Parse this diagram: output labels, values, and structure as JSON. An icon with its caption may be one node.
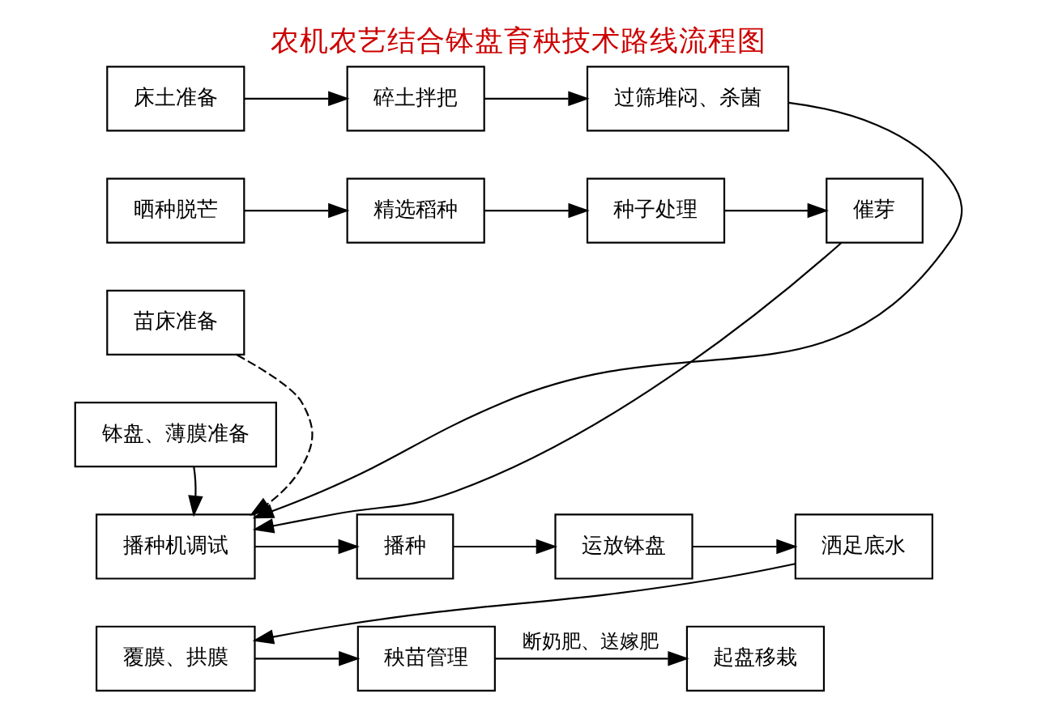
{
  "diagram": {
    "title": "农机农艺结合钵盘育秧技术路线流程图",
    "nodes": [
      {
        "text": [
          "床土准备"
        ]
      },
      {
        "text": [
          "碎土拌把"
        ]
      },
      {
        "text": [
          "过筛堆闷、杀菌"
        ]
      },
      {
        "text": [
          "晒种脱芒"
        ]
      },
      {
        "text": [
          "精选稻种"
        ]
      },
      {
        "text": [
          "种子处理"
        ]
      },
      {
        "text": [
          "催芽"
        ]
      },
      {
        "text": [
          "苗床准备"
        ]
      },
      {
        "text": [
          "钵盘、薄膜准备"
        ]
      },
      {
        "text": [
          "播种机调试"
        ]
      },
      {
        "text": [
          "播种"
        ]
      },
      {
        "text": [
          "运放钵盘"
        ]
      },
      {
        "text": [
          "洒足底水"
        ]
      },
      {
        "text": [
          "覆膜、拱膜"
        ]
      },
      {
        "text": [
          "秧苗管理"
        ]
      },
      {
        "text": [
          "起盘移栽"
        ]
      }
    ],
    "edges": [
      {
        "from": 0,
        "to": 1,
        "arrow": "to"
      },
      {
        "from": 1,
        "to": 2,
        "arrow": "to"
      },
      {
        "from": 3,
        "to": 4,
        "arrow": "to"
      },
      {
        "from": 4,
        "to": 5,
        "arrow": "to"
      },
      {
        "from": 5,
        "to": 6,
        "arrow": "to"
      },
      {
        "from": 2,
        "to": 9,
        "arrow": "to"
      },
      {
        "from": 6,
        "to": 9,
        "arrow": "to"
      },
      {
        "from": 7,
        "to": 9,
        "arrow": "to",
        "style": "dashed"
      },
      {
        "from": 8,
        "to": 9,
        "arrow": "to"
      },
      {
        "from": 9,
        "to": 10,
        "arrow": "to"
      },
      {
        "from": 10,
        "to": 11,
        "arrow": "to"
      },
      {
        "from": 11,
        "to": 12,
        "arrow": "to"
      },
      {
        "from": 12,
        "to": 13,
        "arrow": "to"
      },
      {
        "from": 13,
        "to": 14,
        "arrow": "to"
      },
      {
        "from": 14,
        "to": 15,
        "arrow": "to",
        "label": "断奶肥、送嫁肥"
      }
    ]
  }
}
